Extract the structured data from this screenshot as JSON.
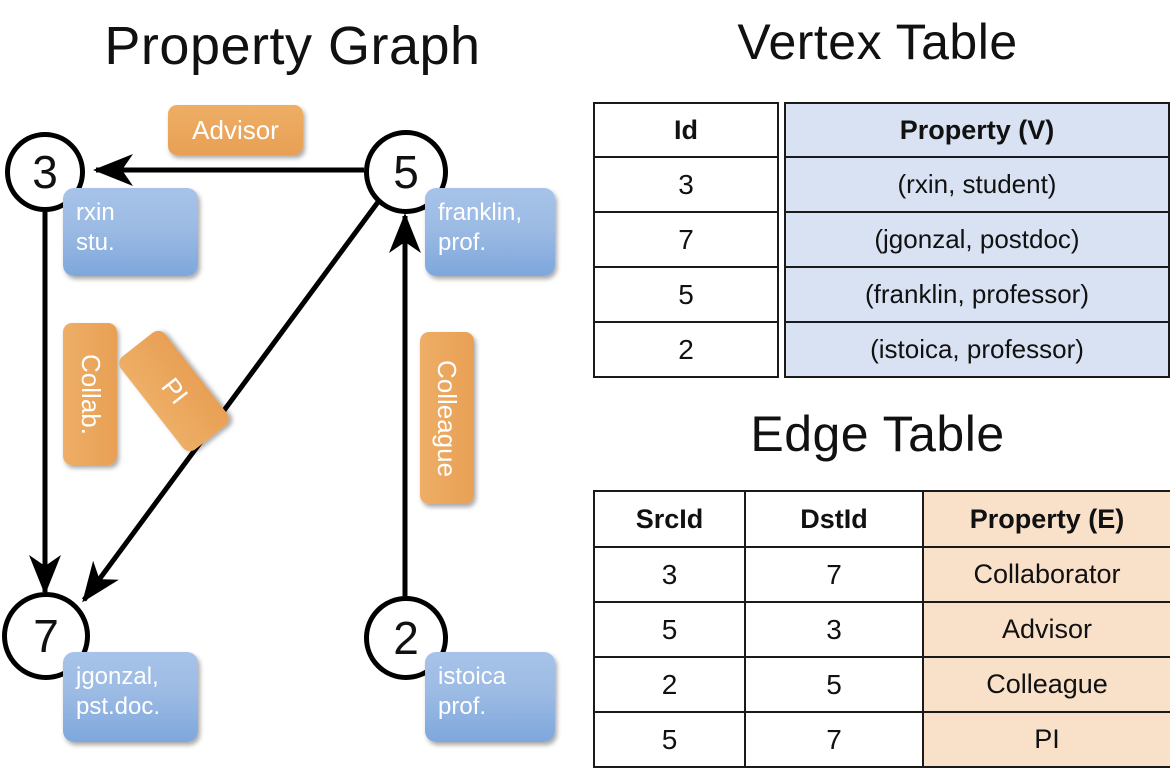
{
  "titles": {
    "graph": "Property Graph",
    "vertex_table": "Vertex Table",
    "edge_table": "Edge Table"
  },
  "colors": {
    "node_stroke": "#000000",
    "vertex_property_fill": "#d9e2f3",
    "edge_property_fill": "#f8e0c9",
    "property_box_blue": "#9cbbe4",
    "edge_label_orange": "#e8a055",
    "table_border": "#1a1a1a",
    "background": "#ffffff"
  },
  "graph": {
    "nodes": [
      {
        "id": "3",
        "property": "rxin\nstu."
      },
      {
        "id": "5",
        "property": "franklin,\nprof."
      },
      {
        "id": "7",
        "property": "jgonzal,\npst.doc."
      },
      {
        "id": "2",
        "property": "istoica\nprof."
      }
    ],
    "edges": [
      {
        "src": "5",
        "dst": "3",
        "label": "Advisor"
      },
      {
        "src": "3",
        "dst": "7",
        "label": "Collab."
      },
      {
        "src": "5",
        "dst": "7",
        "label": "PI"
      },
      {
        "src": "2",
        "dst": "5",
        "label": "Colleague"
      }
    ]
  },
  "vertex_table": {
    "columns": [
      "Id",
      "Property (V)"
    ],
    "rows": [
      {
        "id": "3",
        "property": "(rxin, student)"
      },
      {
        "id": "7",
        "property": "(jgonzal, postdoc)"
      },
      {
        "id": "5",
        "property": "(franklin, professor)"
      },
      {
        "id": "2",
        "property": "(istoica, professor)"
      }
    ]
  },
  "edge_table": {
    "columns": [
      "SrcId",
      "DstId",
      "Property (E)"
    ],
    "rows": [
      {
        "src": "3",
        "dst": "7",
        "property": "Collaborator"
      },
      {
        "src": "5",
        "dst": "3",
        "property": "Advisor"
      },
      {
        "src": "2",
        "dst": "5",
        "property": "Colleague"
      },
      {
        "src": "5",
        "dst": "7",
        "property": "PI"
      }
    ]
  }
}
